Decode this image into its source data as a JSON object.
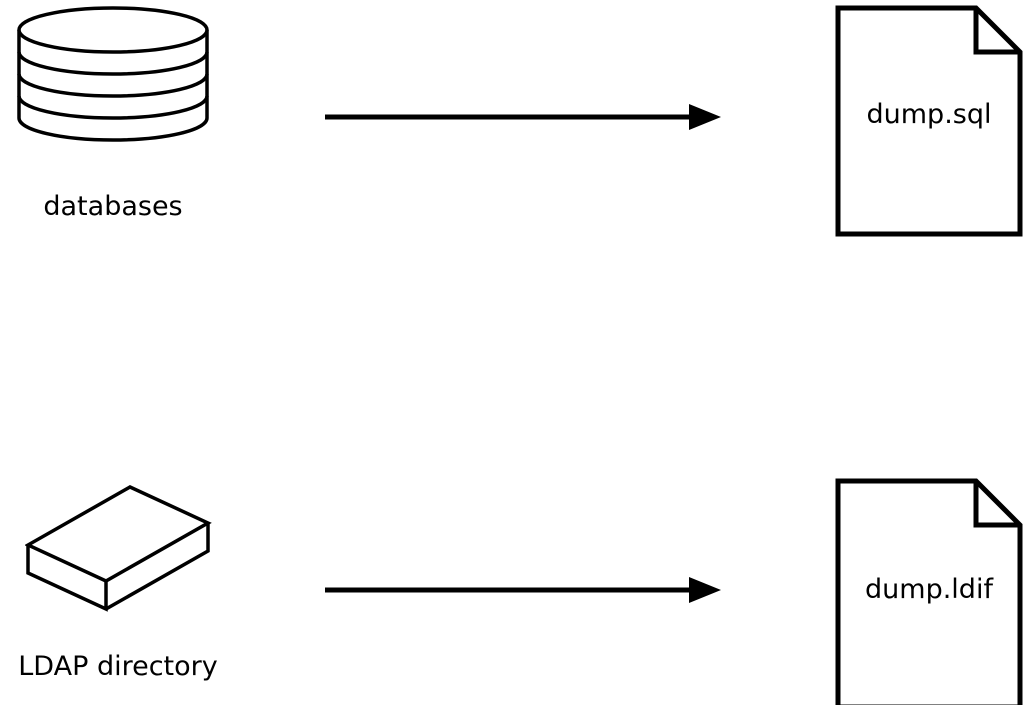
{
  "diagram": {
    "background": "#ffffff",
    "stroke_color": "#000000",
    "rows": [
      {
        "source_label": "databases",
        "source_icon": "database-cylinder",
        "target_file": "dump.sql",
        "target_icon": "document"
      },
      {
        "source_label": "LDAP directory",
        "source_icon": "3d-box",
        "target_file": "dump.ldif",
        "target_icon": "document"
      }
    ]
  }
}
